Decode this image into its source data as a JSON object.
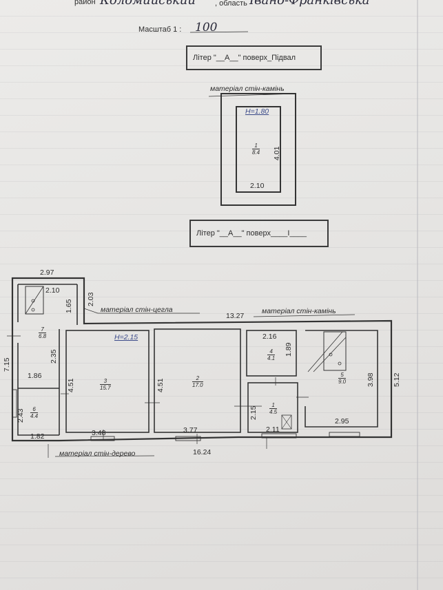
{
  "header": {
    "district_label": "район",
    "district_value": "Коломийський",
    "region_label": ", область",
    "region_value": "Івано-Франківська"
  },
  "scale": {
    "label": "Масштаб 1 :",
    "value": "100"
  },
  "basement": {
    "title": "Літер \"__А__\" поверх_Підвал",
    "material": "матеріал стін-камінь",
    "height": "H=1.80",
    "room_num": "1",
    "room_area": "8.4",
    "dim_side": "4.01",
    "dim_bottom": "2.10"
  },
  "floor1": {
    "title": "Літер \"__А__\" поверх____І____",
    "material_brick": "матеріал стін-цегла",
    "material_stone": "матеріал стін-камінь",
    "material_wood": "матеріал стін-дерево",
    "height": "H=2.15",
    "dims": {
      "top_left": "2.97",
      "d210": "2.10",
      "d165": "1.65",
      "d203": "2.03",
      "d1327": "13.27",
      "d715": "7.15",
      "d235": "2.35",
      "d186": "1.86",
      "d451a": "4.51",
      "d451b": "4.51",
      "d243": "2.43",
      "d182": "1.82",
      "d348": "3.48",
      "d377": "3.77",
      "d1624": "16.24",
      "d216": "2.16",
      "d189": "1.89",
      "d215": "2.15",
      "d211": "2.11",
      "d398": "3.98",
      "d512": "5.12",
      "d295": "2.95"
    },
    "rooms": [
      {
        "num": "7",
        "area": "6.8"
      },
      {
        "num": "6",
        "area": "4.4"
      },
      {
        "num": "3",
        "area": "15.7"
      },
      {
        "num": "2",
        "area": "17.0"
      },
      {
        "num": "4",
        "area": "4.1"
      },
      {
        "num": "1",
        "area": "4.5"
      },
      {
        "num": "5",
        "area": "9.0"
      }
    ]
  }
}
